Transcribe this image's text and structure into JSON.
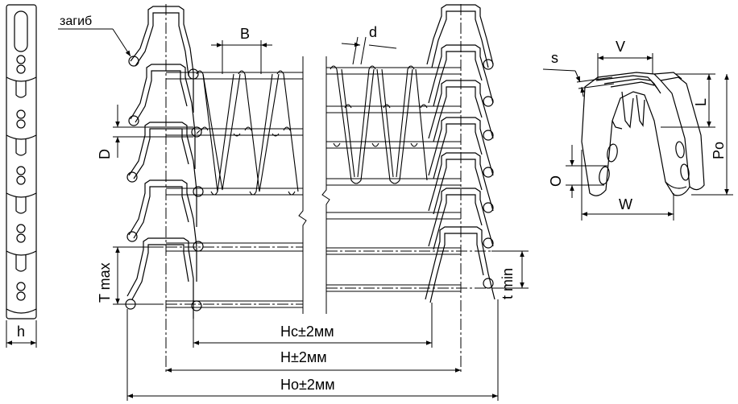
{
  "labels": {
    "bend": "загиб",
    "B": "B",
    "d": "d",
    "D": "D",
    "T_max": "T max",
    "t_min": "t min",
    "h": "h",
    "Hc": "Hc±2мм",
    "H": "H±2мм",
    "Ho": "Ho±2мм",
    "s": "s",
    "V": "V",
    "L": "L",
    "Po": "Po",
    "O": "O",
    "W": "W"
  },
  "colors": {
    "line": "#000000",
    "background": "#ffffff"
  }
}
